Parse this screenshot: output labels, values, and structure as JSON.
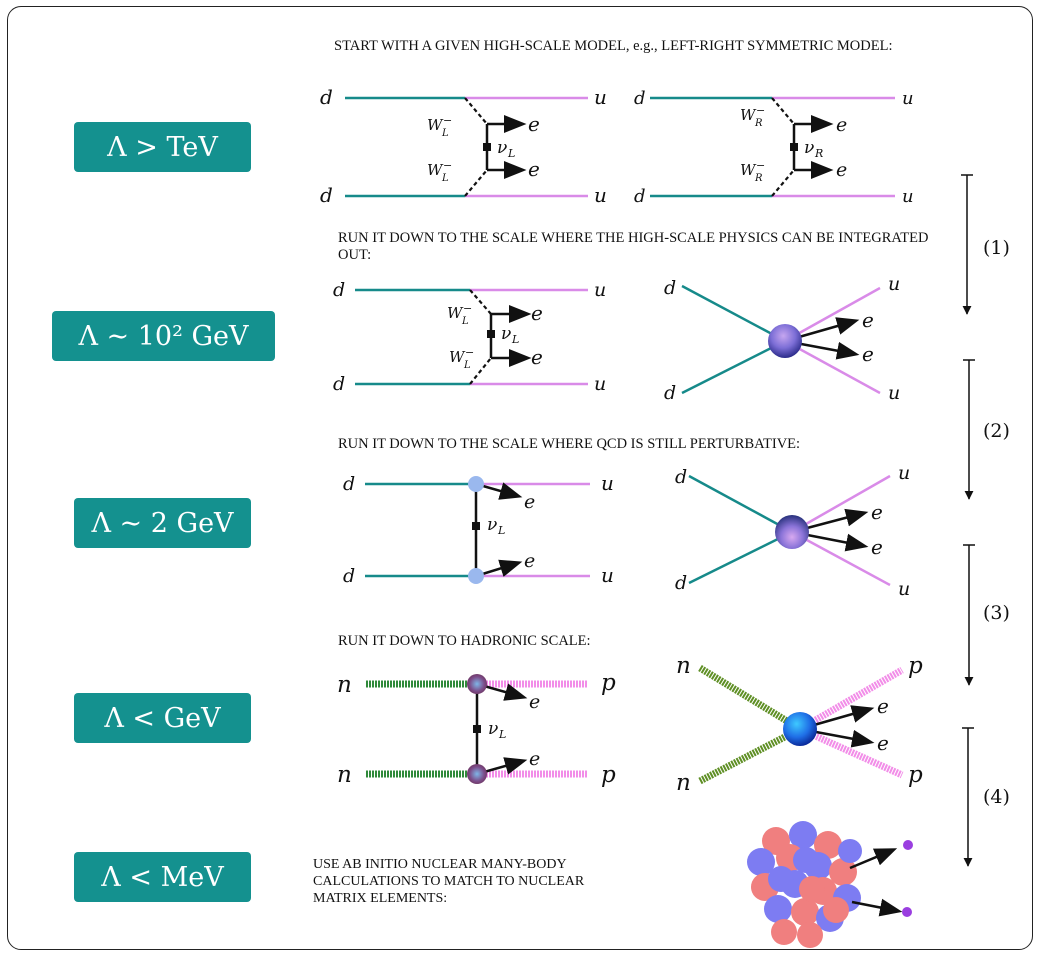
{
  "scales": [
    {
      "label": "Λ > TeV"
    },
    {
      "label": "Λ ∼ 10² GeV"
    },
    {
      "label": "Λ ∼ 2 GeV"
    },
    {
      "label": "Λ < GeV"
    },
    {
      "label": "Λ < MeV"
    }
  ],
  "steps": [
    {
      "text": "START WITH A GIVEN HIGH-SCALE MODEL, e.g., LEFT-RIGHT SYMMETRIC MODEL:"
    },
    {
      "text": "RUN IT DOWN TO THE SCALE WHERE THE HIGH-SCALE PHYSICS CAN BE INTEGRATED OUT:"
    },
    {
      "text": "RUN IT DOWN TO THE SCALE WHERE QCD IS STILL PERTURBATIVE:"
    },
    {
      "text": "RUN IT DOWN TO HADRONIC SCALE:"
    },
    {
      "text": "USE AB INITIO NUCLEAR MANY-BODY CALCULATIONS TO MATCH TO NUCLEAR MATRIX ELEMENTS:"
    }
  ],
  "arrows": [
    "(1)",
    "(2)",
    "(3)",
    "(4)"
  ],
  "particles": {
    "d": "d",
    "u": "u",
    "e": "e",
    "n": "n",
    "p": "p",
    "wl": "W",
    "wl_sup": "−",
    "wl_sub": "L",
    "wr_sub": "R",
    "nu": "ν",
    "nu_l": "L",
    "nu_r": "R"
  },
  "colors": {
    "scale_box": "#14918f",
    "quark_in": "#168a8a",
    "quark_out": "#d98be8",
    "nucleon_in": "#2f8a3a",
    "nucleon_out": "#f28de8",
    "proton": "#f07f7f",
    "neutron": "#7d7cf2",
    "electron_dot": "#9a3ee0"
  }
}
